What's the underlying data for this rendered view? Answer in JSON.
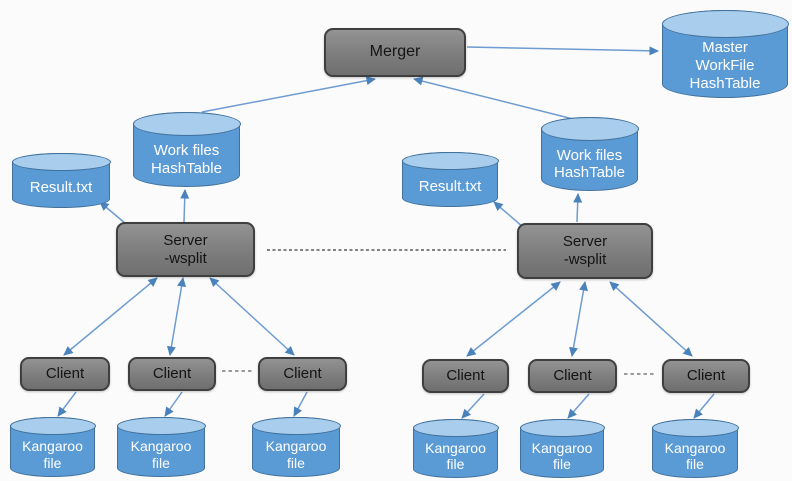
{
  "nodes": {
    "merger": {
      "label": "Merger"
    },
    "master": {
      "line1": "Master",
      "line2": "WorkFile",
      "line3": "HashTable"
    },
    "left": {
      "workfiles": {
        "line1": "Work files",
        "line2": "HashTable"
      },
      "result": {
        "label": "Result.txt"
      },
      "server": {
        "line1": "Server",
        "line2": "-wsplit"
      },
      "clients": [
        {
          "label": "Client"
        },
        {
          "label": "Client"
        },
        {
          "label": "Client"
        }
      ],
      "kangaroos": [
        {
          "line1": "Kangaroo",
          "line2": "file"
        },
        {
          "line1": "Kangaroo",
          "line2": "file"
        },
        {
          "line1": "Kangaroo",
          "line2": "file"
        }
      ]
    },
    "right": {
      "workfiles": {
        "line1": "Work files",
        "line2": "HashTable"
      },
      "result": {
        "label": "Result.txt"
      },
      "server": {
        "line1": "Server",
        "line2": "-wsplit"
      },
      "clients": [
        {
          "label": "Client"
        },
        {
          "label": "Client"
        },
        {
          "label": "Client"
        }
      ],
      "kangaroos": [
        {
          "line1": "Kangaroo",
          "line2": "file"
        },
        {
          "line1": "Kangaroo",
          "line2": "file"
        },
        {
          "line1": "Kangaroo",
          "line2": "file"
        }
      ]
    }
  },
  "connections": [
    {
      "from": "workfiles-left",
      "to": "merger",
      "arrow": "end"
    },
    {
      "from": "workfiles-right",
      "to": "merger",
      "arrow": "end"
    },
    {
      "from": "merger",
      "to": "master",
      "arrow": "end"
    },
    {
      "from": "server-left",
      "to": "workfiles-left",
      "arrow": "end"
    },
    {
      "from": "server-left",
      "to": "result-left",
      "arrow": "end"
    },
    {
      "from": "server-left",
      "to": "client-1",
      "arrow": "both"
    },
    {
      "from": "server-left",
      "to": "client-2",
      "arrow": "both"
    },
    {
      "from": "server-left",
      "to": "client-3",
      "arrow": "both"
    },
    {
      "from": "client-1",
      "to": "kangaroo-1",
      "arrow": "end"
    },
    {
      "from": "client-2",
      "to": "kangaroo-2",
      "arrow": "end"
    },
    {
      "from": "client-3",
      "to": "kangaroo-3",
      "arrow": "end"
    },
    {
      "from": "server-right",
      "to": "workfiles-right",
      "arrow": "end"
    },
    {
      "from": "server-right",
      "to": "result-right",
      "arrow": "end"
    },
    {
      "from": "server-right",
      "to": "client-4",
      "arrow": "both"
    },
    {
      "from": "server-right",
      "to": "client-5",
      "arrow": "both"
    },
    {
      "from": "server-right",
      "to": "client-6",
      "arrow": "both"
    },
    {
      "from": "client-4",
      "to": "kangaroo-4",
      "arrow": "end"
    },
    {
      "from": "client-5",
      "to": "kangaroo-5",
      "arrow": "end"
    },
    {
      "from": "client-6",
      "to": "kangaroo-6",
      "arrow": "end"
    },
    {
      "from": "server-left",
      "to": "server-right",
      "arrow": "none",
      "style": "dashed"
    },
    {
      "from": "client-2",
      "to": "client-3",
      "arrow": "none",
      "style": "dashed"
    },
    {
      "from": "client-5",
      "to": "client-6",
      "arrow": "none",
      "style": "dashed"
    }
  ],
  "colors": {
    "background": "#fbfbfb",
    "cylinder_body": "#5b9bd5",
    "cylinder_cap": "#a9cdec",
    "cylinder_border": "#41719c",
    "cylinder_text": "#ffffff",
    "box_fill": "#7f7f7f",
    "box_border": "#3f3f3f",
    "box_text": "#141414",
    "connector_line": "#6e9bd0",
    "arrowhead": "#4a82bc",
    "dashed_link": "#5a5a5a"
  }
}
